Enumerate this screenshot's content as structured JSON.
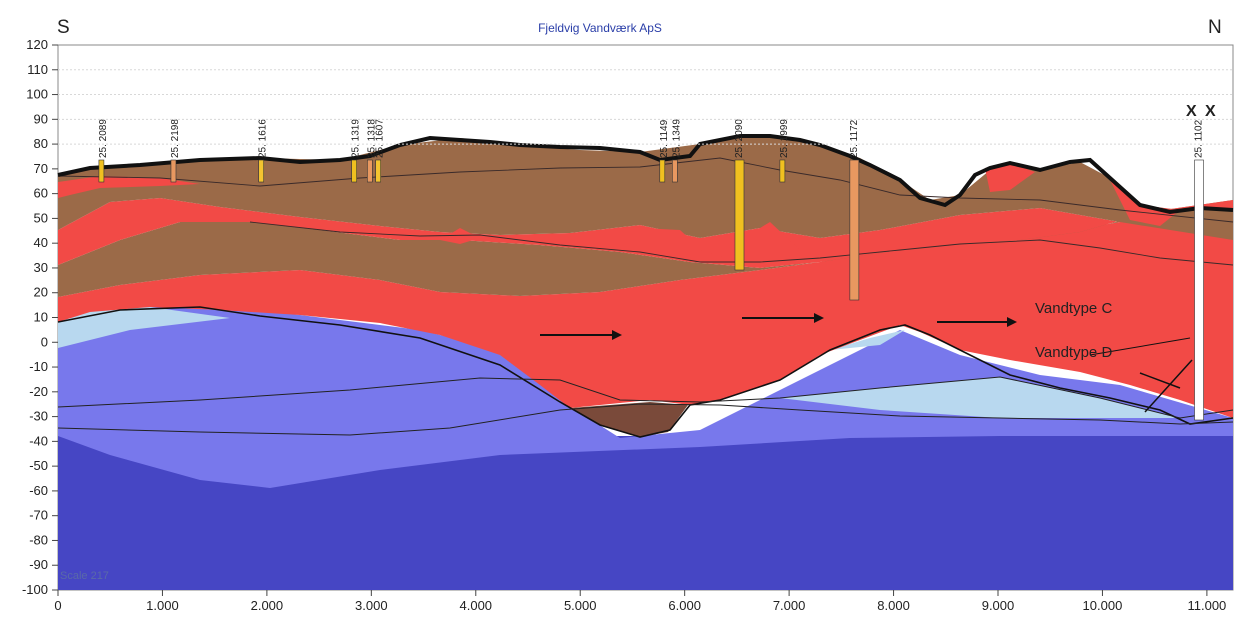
{
  "title": "Fjeldvig Vandværk ApS",
  "direction": {
    "left": "S",
    "right": "N"
  },
  "scale_label": "Scale 217",
  "water_types": {
    "c": "Vandtype C",
    "d": "Vandtype D"
  },
  "well_marks": [
    "X",
    "X"
  ],
  "axes": {
    "x_ticks": [
      "0",
      "1.000",
      "2.000",
      "3.000",
      "4.000",
      "5.000",
      "6.000",
      "7.000",
      "8.000",
      "9.000",
      "10.000",
      "11.000"
    ],
    "y_ticks": [
      "120",
      "110",
      "100",
      "90",
      "80",
      "70",
      "60",
      "50",
      "40",
      "30",
      "20",
      "10",
      "0",
      "-10",
      "-20",
      "-30",
      "-40",
      "-50",
      "-60",
      "-70",
      "-80",
      "-90",
      "-100"
    ]
  },
  "boreholes": [
    {
      "label": "25. 2089",
      "x": 430
    },
    {
      "label": "25. 2198",
      "x": 1120
    },
    {
      "label": "25. 1616",
      "x": 1960
    },
    {
      "label": "25. 1319",
      "x": 2850
    },
    {
      "label": "25. 1318",
      "x": 3000
    },
    {
      "label": "25. 1607",
      "x": 3080
    },
    {
      "label": "25. 1149",
      "x": 5800
    },
    {
      "label": "25. 1349",
      "x": 5920
    },
    {
      "label": "25. 2090",
      "x": 6520
    },
    {
      "label": "25. 1999",
      "x": 6950
    },
    {
      "label": "25. 1172",
      "x": 7620
    },
    {
      "label": "25. 1102",
      "x": 10920
    }
  ],
  "colors": {
    "brown": "#9b6a48",
    "red": "#f24a46",
    "pale_blue": "#b8d8ef",
    "mid_blue": "#7878ec",
    "deep_blue": "#4646c4",
    "dark_brown": "#7a4a3a",
    "surface_line": "#111111"
  }
}
